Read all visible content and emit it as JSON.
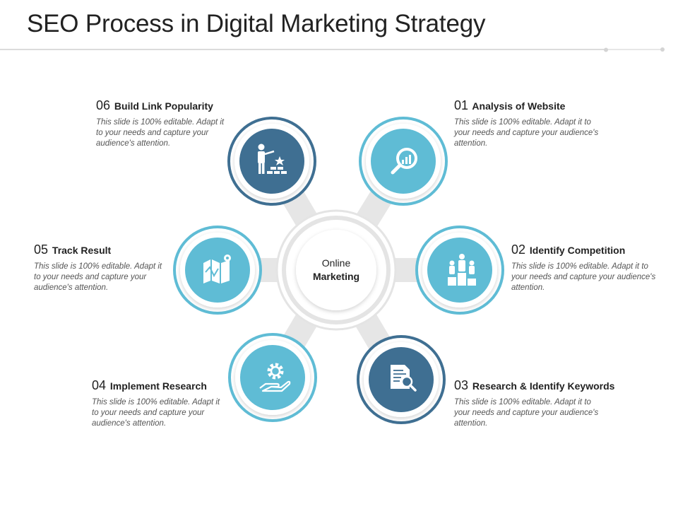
{
  "title": "SEO Process in Digital Marketing Strategy",
  "center": {
    "line1": "Online",
    "line2": "Marketing"
  },
  "colors": {
    "dark": "#3f6f92",
    "light": "#5fbcd5",
    "spoke": "#e6e6e6"
  },
  "steps": [
    {
      "num": "01",
      "label": "Analysis of Website",
      "desc": "This slide is 100% editable. Adapt it to your needs and capture your audience's attention.",
      "icon": "magnifier-chart-icon",
      "tone": "light"
    },
    {
      "num": "02",
      "label": "Identify Competition",
      "desc": "This slide is 100% editable. Adapt it to your needs and capture your audience's attention.",
      "icon": "podium-people-icon",
      "tone": "light"
    },
    {
      "num": "03",
      "label": "Research & Identify Keywords",
      "desc": "This slide is 100% editable. Adapt it to your needs and capture your audience's attention.",
      "icon": "document-search-icon",
      "tone": "dark"
    },
    {
      "num": "04",
      "label": "Implement Research",
      "desc": "This slide is 100% editable. Adapt it to your needs and capture your audience's attention.",
      "icon": "gear-hand-icon",
      "tone": "light"
    },
    {
      "num": "05",
      "label": "Track Result",
      "desc": "This slide is 100% editable. Adapt it to your needs and capture your audience's attention.",
      "icon": "map-pin-icon",
      "tone": "light"
    },
    {
      "num": "06",
      "label": "Build Link Popularity",
      "desc": "This slide is 100% editable. Adapt it to your needs and capture your audience's attention.",
      "icon": "presenter-bricks-icon",
      "tone": "dark"
    }
  ]
}
